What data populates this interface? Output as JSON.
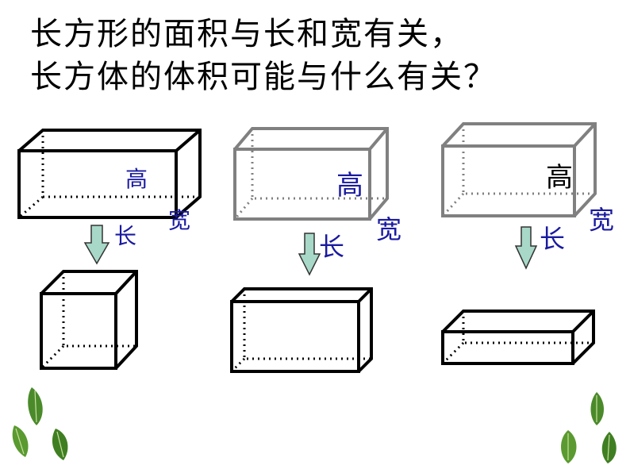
{
  "slide": {
    "title_line1": "长方形的面积与长和宽有关，",
    "title_line2": "长方体的体积可能与什么有关？"
  },
  "figures": [
    {
      "labels": {
        "height": "高",
        "width": "宽",
        "length": "长"
      }
    },
    {
      "labels": {
        "height": "高",
        "width": "宽",
        "length": "长"
      }
    },
    {
      "labels": {
        "height": "高",
        "width": "宽",
        "length": "长"
      }
    }
  ],
  "colors": {
    "label_blue": "#1a1aa0",
    "label_black": "#000000",
    "edge_black": "#000000",
    "edge_gray": "#808080",
    "arrow_fill": "#a8d8c8",
    "leaf_green": "#4a8a2a"
  },
  "icons": [
    "down-arrow-icon",
    "leaf-icon"
  ]
}
